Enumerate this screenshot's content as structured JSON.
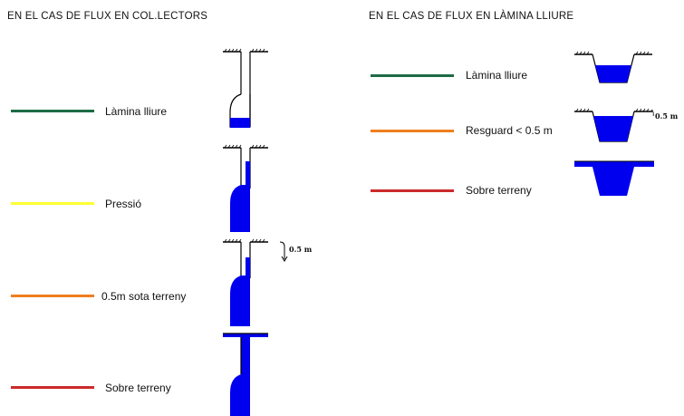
{
  "collectors": {
    "heading": "EN EL CAS DE FLUX EN COL.LECTORS",
    "items": [
      {
        "label": "Làmina lliure",
        "color": "#1e6b45",
        "icon": "pipe-partial-flow-icon"
      },
      {
        "label": "Pressió",
        "color": "#ffff33",
        "icon": "pipe-pressurized-icon"
      },
      {
        "label": "0.5m sota terreny",
        "color": "#f07e1e",
        "icon": "pipe-near-surface-icon"
      },
      {
        "label": "Sobre terreny",
        "color": "#cc2a2a",
        "icon": "pipe-overflow-icon"
      }
    ],
    "offset_note": "0.5 m"
  },
  "channel": {
    "heading": "EN EL CAS DE FLUX EN LÀMINA LLIURE",
    "items": [
      {
        "label": "Làmina lliure",
        "color": "#1e6b45",
        "icon": "channel-free-flow-icon"
      },
      {
        "label": "Resguard  < 0.5 m",
        "color": "#f07e1e",
        "icon": "channel-low-freeboard-icon"
      },
      {
        "label": "Sobre terreny",
        "color": "#cc2a2a",
        "icon": "channel-overflow-icon"
      }
    ],
    "offset_note": "0.5 m"
  },
  "water_color": "#0000ee"
}
